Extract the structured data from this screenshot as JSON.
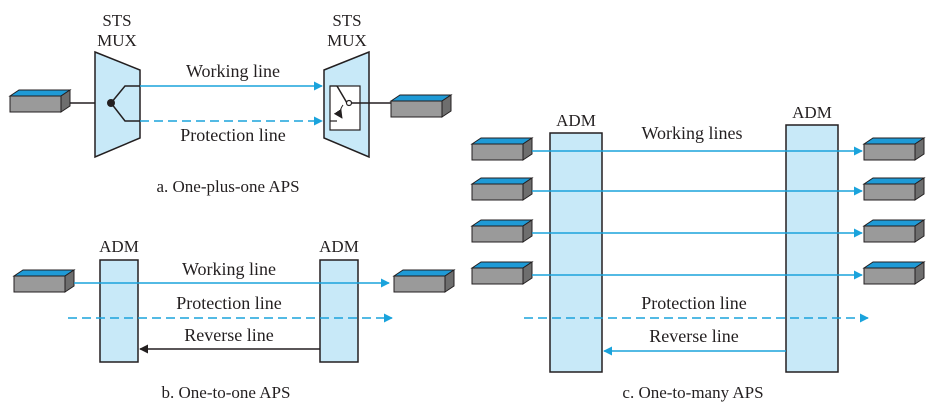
{
  "colors": {
    "box_fill": "#c8e9f8",
    "line_blue": "#1aa3dc",
    "ink": "#231f20",
    "device_top": "#1e9ad6",
    "device_body": "#9a9a9a",
    "device_side": "#6e6e6e"
  },
  "panel_a": {
    "mux_left_label": [
      "STS",
      "MUX"
    ],
    "mux_right_label": [
      "STS",
      "MUX"
    ],
    "working_label": "Working line",
    "protection_label": "Protection line",
    "caption": "a. One-plus-one APS"
  },
  "panel_b": {
    "adm_left_label": "ADM",
    "adm_right_label": "ADM",
    "working_label": "Working line",
    "protection_label": "Protection line",
    "reverse_label": "Reverse line",
    "caption": "b. One-to-one APS"
  },
  "panel_c": {
    "adm_left_label": "ADM",
    "adm_right_label": "ADM",
    "working_label": "Working lines",
    "protection_label": "Protection line",
    "reverse_label": "Reverse line",
    "caption": "c. One-to-many APS"
  }
}
